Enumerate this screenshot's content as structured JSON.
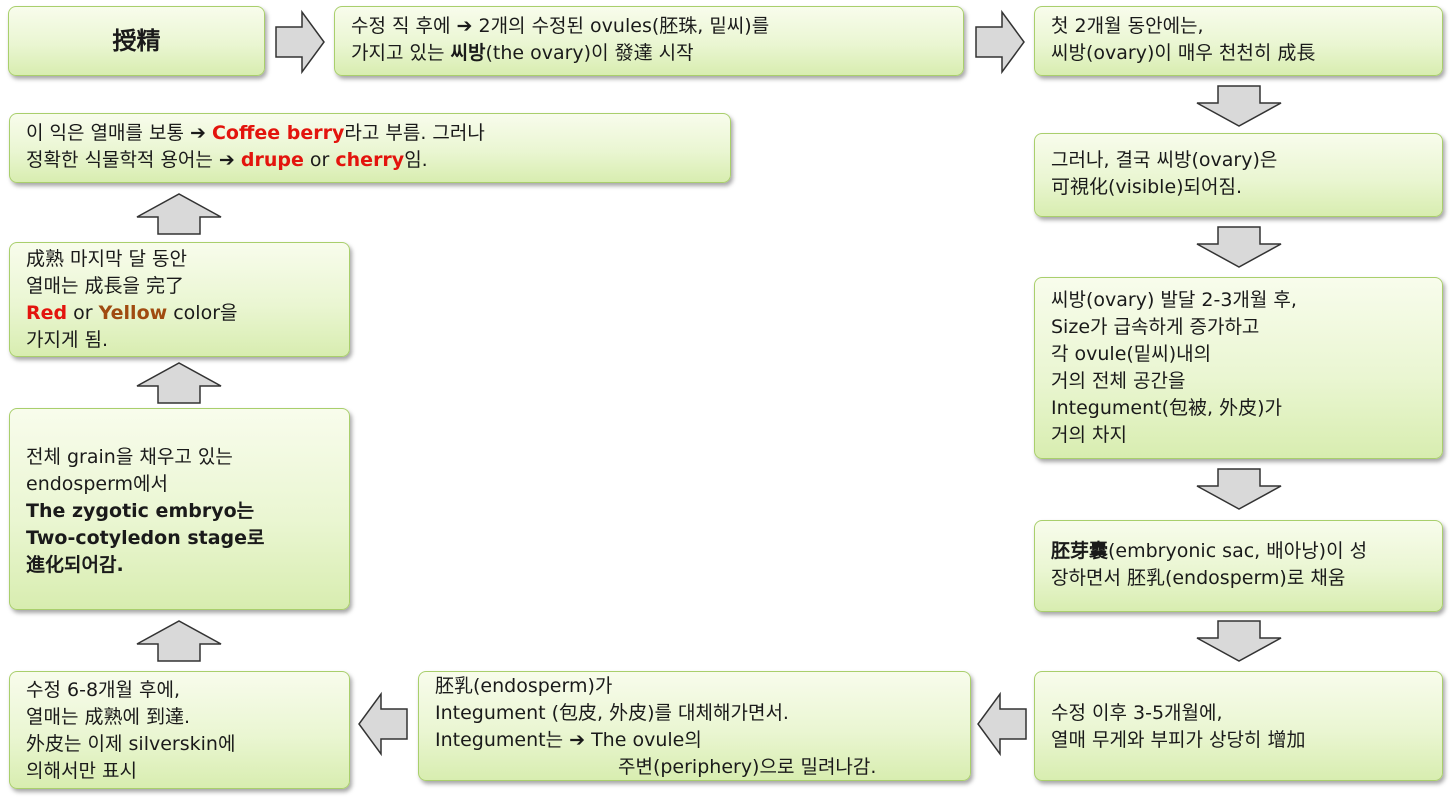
{
  "boxes": {
    "b1": {
      "title": "授精"
    },
    "b2": {
      "l1_pre": "수정 직 후에 ",
      "arrow": "➔",
      "l1_post": " 2개의 수정된 ovules(胚珠, 밑씨)를",
      "l2_pre": "가지고 있는 ",
      "l2_bold": "씨방",
      "l2_post": "(the ovary)이 發達 시작"
    },
    "b3": {
      "l1": "첫 2개월 동안에는,",
      "l2": "씨방(ovary)이 매우 천천히 成長"
    },
    "b4": {
      "l1": "그러나, 결국 씨방(ovary)은",
      "l2": "可視化(visible)되어짐."
    },
    "b5": {
      "l1": "씨방(ovary) 발달 2-3개월 후,",
      "l2": "Size가 급속하게 증가하고",
      "l3": "각 ovule(밑씨)내의",
      "l4": "거의 전체 공간을",
      "l5": "Integument(包被, 外皮)가",
      "l6": "거의 차지"
    },
    "b6": {
      "l1_bold": "胚芽囊",
      "l1_post": "(embryonic sac, 배아낭)이 성",
      "l2": "장하면서 胚乳(endosperm)로 채움"
    },
    "b7": {
      "l1": "수정 이후 3-5개월에,",
      "l2": "열매 무게와 부피가 상당히 增加"
    },
    "b8": {
      "l1": "胚乳(endosperm)가",
      "l2": "Integument (包皮, 外皮)를 대체해가면서.",
      "l3_pre": "Integument는 ",
      "l3_arrow": "➔",
      "l3_post": " The ovule의",
      "l4": "주변(periphery)으로 밀려나감."
    },
    "b9": {
      "l1": "수정 6-8개월 후에,",
      "l2": "열매는 成熟에 到達.",
      "l3": "外皮는 이제 silverskin에",
      "l4": "의해서만 표시"
    },
    "b10": {
      "l1": "전체 grain을 채우고 있는",
      "l2": "endosperm에서",
      "l3": "The zygotic embryo는",
      "l4": "Two-cotyledon stage로",
      "l5": "進化되어감."
    },
    "b11": {
      "l1": "成熟 마지막 달 동안",
      "l2": "열매는 成長을 完了",
      "l3_red": "Red",
      "l3_mid": " or ",
      "l3_brown": "Yellow",
      "l3_post": " color을",
      "l4": "가지게 됨."
    },
    "b12": {
      "l1_pre": "이 익은 열매를 보통 ",
      "l1_arrow": "➔",
      "l1_sp": " ",
      "l1_red": "Coffee berry",
      "l1_post": "라고 부름. 그러나",
      "l2_pre": "정확한 식물학적 용어는 ",
      "l2_arrow": "➔",
      "l2_sp": " ",
      "l2_red1": "drupe",
      "l2_mid": " or ",
      "l2_red2": "cherry",
      "l2_post": "임."
    }
  },
  "colors": {
    "box_fill_top": "#f8fcec",
    "box_fill_bottom": "#d8edb0",
    "box_border": "#a9cf6c",
    "highlight_red": "#e3140d",
    "highlight_brown": "#a04b10",
    "arrow_fill": "#d9d9d9",
    "arrow_stroke": "#333333"
  }
}
